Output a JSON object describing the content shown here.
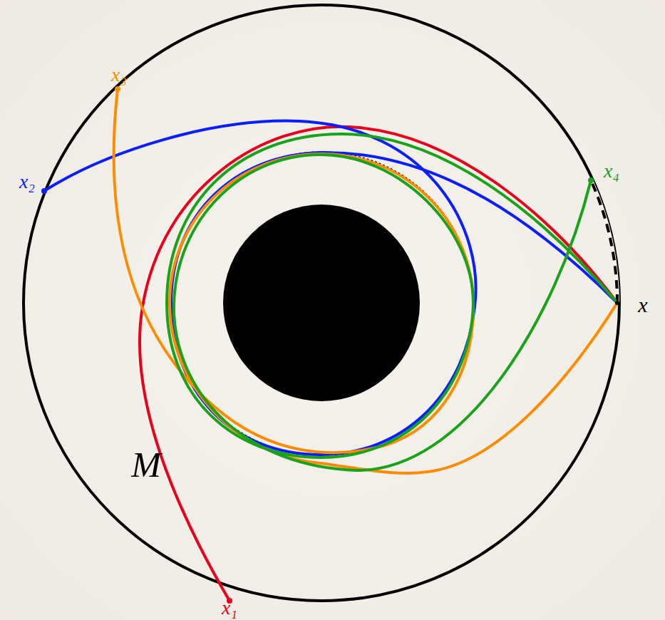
{
  "diagram": {
    "labels": [
      "x₃",
      "x₂",
      "x₄",
      "x",
      "x₁",
      "M"
    ]
  }
}
